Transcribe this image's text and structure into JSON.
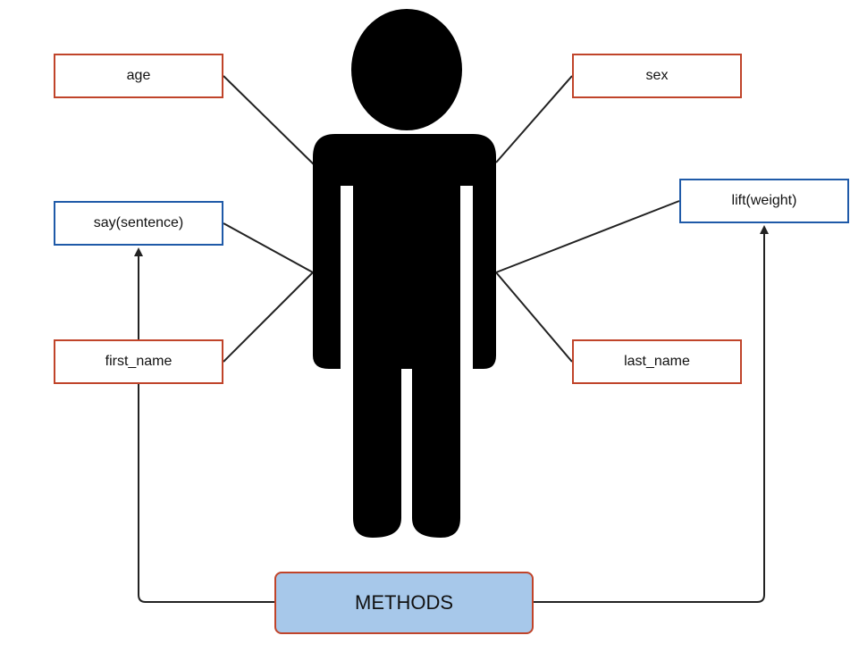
{
  "attributes": {
    "age": "age",
    "sex": "sex",
    "first_name": "first_name",
    "last_name": "last_name"
  },
  "methods": {
    "say": "say(sentence)",
    "lift": "lift(weight)"
  },
  "methods_label": "METHODS",
  "colors": {
    "attribute_border": "#c0442a",
    "method_border": "#1f5aa8",
    "methods_fill": "#a7c8ea",
    "figure": "#000000",
    "connector": "#222222"
  },
  "icons": [
    "person-icon",
    "arrowhead-icon"
  ]
}
